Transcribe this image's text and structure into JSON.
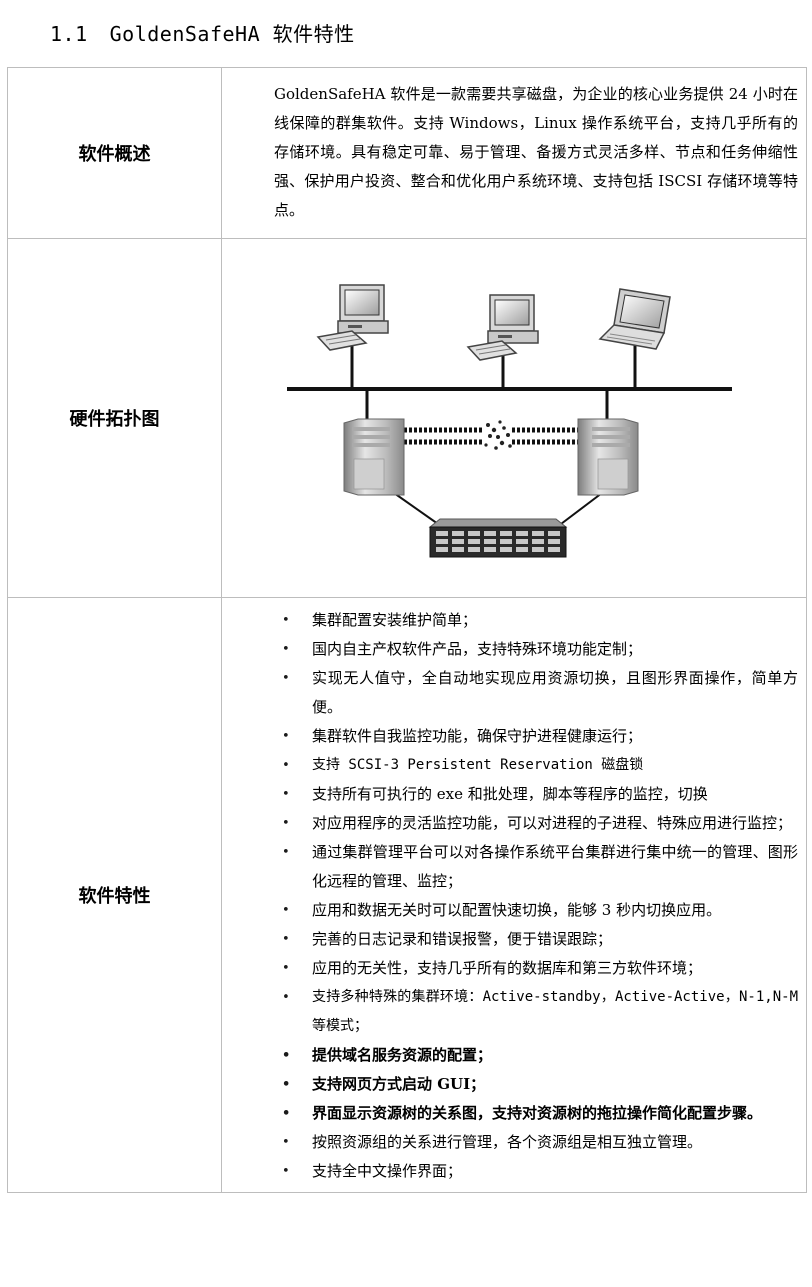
{
  "heading": {
    "number": "1.1",
    "title": "GoldenSafeHA 软件特性"
  },
  "rows": {
    "overview": {
      "label": "软件概述",
      "text": "GoldenSafeHA 软件是一款需要共享磁盘，为企业的核心业务提供 24 小时在线保障的群集软件。支持 Windows，Linux 操作系统平台，支持几乎所有的存储环境。具有稳定可靠、易于管理、备援方式灵活多样、节点和任务伸缩性强、保护用户投资、整合和优化用户系统环境、支持包括 ISCSI 存储环境等特点。"
    },
    "topology": {
      "label": "硬件拓扑图"
    },
    "features": {
      "label": "软件特性",
      "items": [
        "集群配置安装维护简单；",
        "国内自主产权软件产品，支持特殊环境功能定制；",
        "实现无人值守，全自动地实现应用资源切换，且图形界面操作，简单方便。",
        "集群软件自我监控功能，确保守护进程健康运行；",
        "支持 SCSI-3 Persistent Reservation 磁盘锁",
        "支持所有可执行的 exe 和批处理，脚本等程序的监控，切换",
        "对应用程序的灵活监控功能，可以对进程的子进程、特殊应用进行监控；",
        "通过集群管理平台可以对各操作系统平台集群进行集中统一的管理、图形化远程的管理、监控；",
        "应用和数据无关时可以配置快速切换，能够 3 秒内切换应用。",
        "完善的日志记录和错误报警，便于错误跟踪；",
        "应用的无关性，支持几乎所有的数据库和第三方软件环境；",
        "支持多种特殊的集群环境：Active-standby，Active-Active，N-1,N-M 等模式；",
        "提供域名服务资源的配置；",
        "支持网页方式启动 GUI；",
        "界面显示资源树的关系图，支持对资源树的拖拉操作简化配置步骤。",
        "按照资源组的关系进行管理，各个资源组是相互独立管理。",
        "支持全中文操作界面；"
      ]
    }
  },
  "icons": {
    "bullet": "•",
    "topology": [
      "desktop-computer-icon",
      "desktop-computer-icon",
      "laptop-icon",
      "server-tower-icon",
      "server-tower-icon",
      "storage-array-icon"
    ]
  },
  "colors": {
    "border": "#bdbdbd",
    "network_line": "#111111"
  }
}
